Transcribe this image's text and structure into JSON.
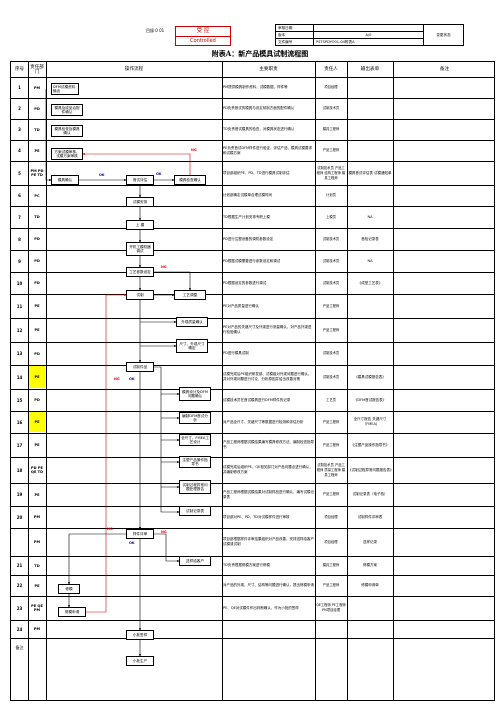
{
  "header": {
    "doc_no_label": "目錄 0 01",
    "stamp_top": "受 控",
    "stamp_bottom": "Controlled",
    "meta": [
      {
        "label": "审核日期",
        "value": ""
      },
      {
        "label": "版本",
        "value": "A/0"
      },
      {
        "label": "文件编号",
        "value": "PSTSPDYO01-04附表A"
      }
    ],
    "change_label": "变更状态",
    "title": "附表A：新产品模具试制流程图"
  },
  "columns": [
    "序号",
    "责任部门",
    "操作流程",
    "主要职责",
    "责任人",
    "输出表单",
    "备注"
  ],
  "rows": [
    {
      "no": "1",
      "dept": "PM",
      "duty": "PM提供模具制作资料，试模数据、样件等",
      "person": "项目经理",
      "output": "",
      "hl": false
    },
    {
      "no": "2",
      "dept": "PD",
      "duty": "PD负责首试的模具与设定前制方面的配件确认",
      "person": "试制技术员",
      "output": "",
      "hl": false
    },
    {
      "no": "3",
      "dept": "TD",
      "duty": "TD负责首试模具的检查，对模具状态进行确认",
      "person": "模具工程师",
      "output": "",
      "hl": false
    },
    {
      "no": "4",
      "dept": "PE",
      "duty": "PE负责首试DFM样件进行验证，评估产品，模具试模要求和试模方案",
      "person": "产品工程师",
      "output": "",
      "hl": false
    },
    {
      "no": "5",
      "dept": "PM PD PE TD",
      "duty": "项目部组织PE、PD、TD进行模具试制评估",
      "person": "试制技术员 产品工程师 结构工程师 模具工程师",
      "output": "模具首试评估表 试模通知单",
      "hl": false
    },
    {
      "no": "6",
      "dept": "PC",
      "duty": "计划部确定试模单合理试模时间",
      "person": "计划员",
      "output": "",
      "hl": false
    },
    {
      "no": "7",
      "dept": "TD",
      "duty": "TD根据生产计划安排专职上模",
      "person": "上模员",
      "output": "NA",
      "hl": false
    },
    {
      "no": "8",
      "dept": "PD",
      "duty": "PD进行注塑设备的调机参数设定",
      "person": "试制技术员",
      "output": "首检记录表",
      "hl": false
    },
    {
      "no": "9",
      "dept": "PD",
      "duty": "PD根据试模需要进行参数设定和调试",
      "person": "试制技术员",
      "output": "NA",
      "hl": false
    },
    {
      "no": "10",
      "dept": "PD",
      "duty": "PD根据设定的参数进行调试",
      "person": "试制技术员",
      "output": "《成型工艺表》",
      "hl": false
    },
    {
      "no": "11",
      "dept": "PE",
      "duty": "PE对产品质量进行确认",
      "person": "产品工程师",
      "output": "",
      "hl": false
    },
    {
      "no": "12",
      "dept": "PE",
      "duty": "PE对产品的关键尺寸及外观进行测量确认，对产品外观进行检验确认",
      "person": "产品工程师",
      "output": "",
      "hl": false
    },
    {
      "no": "13",
      "dept": "PD",
      "duty": "PD进行模具试制",
      "person": "试制技术员",
      "output": "",
      "hl": false
    },
    {
      "no": "14",
      "dept": "PE",
      "duty": "试模完成后PE组织研发部、试模组对外观问题进行确认，并对外观问题进行讨论，分析原因并给出改善对策",
      "person": "试制技术员",
      "output": "《模具试模报告表》",
      "hl": true
    },
    {
      "no": "15",
      "dept": "PD",
      "duty": "试模技术员在首试模具进行DFM样件的记录",
      "person": "工艺员",
      "output": "《DFM首试报告表》",
      "hl": false
    },
    {
      "no": "16",
      "dept": "PE",
      "duty": "对产品全尺寸、关键尺寸等数据进行检测和评估分析",
      "person": "产品工程师",
      "output": "全尺寸报告 关键尺寸（FMEA)",
      "hl": true
    },
    {
      "no": "17",
      "dept": "PE",
      "duty": "产品工程师根据试模结果编写模具修改方法、编制检查指导书",
      "person": "产品工程师",
      "output": "《注塑产品操作指导书》",
      "hl": false
    },
    {
      "no": "18",
      "dept": "PD PE QE TD",
      "duty": "试模完成后组织PE、QE相关部门对产品问题点进行确认，并编制修改方案",
      "person": "试制技术员 产品工程师 质量工程师 模具工程师",
      "output": "《试制过程异常问题报告表》",
      "hl": false
    },
    {
      "no": "19",
      "dept": "PE",
      "duty": "产品工程师根据试模结果对试制样品进行确认，编写试模记录表",
      "person": "产品工程师",
      "output": "试制记录表（电子档）",
      "hl": false
    },
    {
      "no": "20",
      "dept": "PM",
      "duty": "项目部对PE、PD、TD对试模样件进行审核",
      "person": "项目经理",
      "output": "试制样件评审表",
      "hl": false
    },
    {
      "no": "",
      "dept": "PM",
      "duty": "项目部根据样件评审结果组织对产品改善，安排送样给客户试模或试制",
      "person": "项目经理",
      "output": "送样记录",
      "hl": false
    },
    {
      "no": "21",
      "dept": "TD",
      "duty": "TD负责根据修模方案进行修模",
      "person": "模具工程师",
      "output": "修模方案",
      "hl": false
    },
    {
      "no": "22",
      "dept": "PE",
      "duty": "对产品的外观、尺寸、结构等问题进行确认，提出修模申请",
      "person": "产品工程师",
      "output": "修模申请单",
      "hl": false
    },
    {
      "no": "23",
      "dept": "PE QE PM",
      "duty": "PE、QE对试模件作出判断确认，作为小批的签样",
      "person": "QE工程师 PE工程师 PM项目经理",
      "output": "",
      "hl": false
    },
    {
      "no": "24",
      "dept": "PM",
      "duty": "",
      "person": "",
      "output": "",
      "hl": false
    }
  ],
  "footer_label": "备注",
  "flow": {
    "b1": "DFM试模资料输出",
    "b2": "模具及成品治配件确认",
    "b3": "模具检查及模具确认",
    "b4": "方案试模审核、试模方案审核",
    "b5": "模具确认",
    "b6": "首试评估",
    "b7": "模具检查确认",
    "b8": "试模安排",
    "b9": "上 模",
    "b10": "开机工模机器调试",
    "b11": "工艺参数设定",
    "b12": "试制",
    "b13": "工艺调整",
    "b14": "外观质量确认",
    "b15": "尺寸、外观尺寸确定",
    "b16": "试制件品",
    "b17": "模具设计及DFM问题确认",
    "b18": "编制DFM首试分析",
    "b19": "全尺寸、FMEA工艺设计",
    "b20": "注塑产品操作指导书",
    "b21": "试制过程异常问题处理报告",
    "b22": "试制记录表",
    "b23": "样件评审",
    "b24": "送样给客户",
    "b25": "修模",
    "b26": "修模申请",
    "b27": "小批签样",
    "b28": "小批生产",
    "ok": "OK",
    "ng": "NG"
  }
}
